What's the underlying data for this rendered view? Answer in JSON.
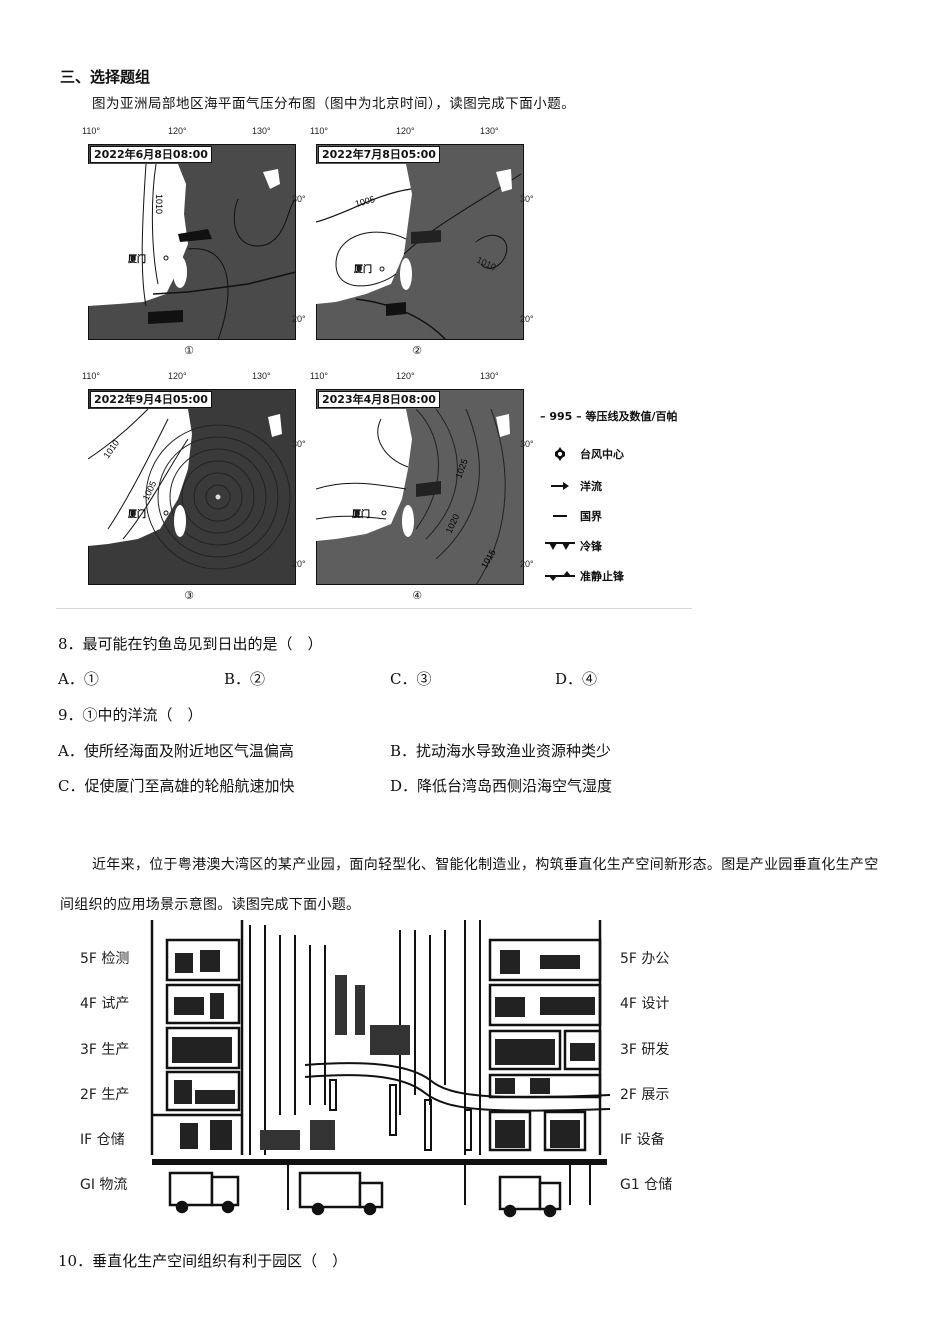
{
  "section": {
    "title": "三、选择题组",
    "intro": "图为亚洲局部地区海平面气压分布图（图中为北京时间），读图完成下面小题。"
  },
  "maps": [
    {
      "id": "1",
      "label": "①",
      "datetime": "2022年6月8日08:00",
      "isobars": [
        "1010"
      ],
      "city": "厦门",
      "lon_ticks": [
        "110°",
        "120°",
        "130°"
      ],
      "lat_ticks": [
        "30°",
        "20°"
      ]
    },
    {
      "id": "2",
      "label": "②",
      "datetime": "2022年7月8日05:00",
      "isobars": [
        "1005",
        "1010"
      ],
      "city": "厦门",
      "lon_ticks": [
        "110°",
        "120°",
        "130°"
      ],
      "lat_ticks": [
        "30°",
        "20°"
      ]
    },
    {
      "id": "3",
      "label": "③",
      "datetime": "2022年9月4日05:00",
      "isobars": [
        "1010",
        "1005"
      ],
      "city": "厦门",
      "lon_ticks": [
        "110°",
        "120°",
        "130°"
      ],
      "lat_ticks": [
        "30°",
        "20°"
      ]
    },
    {
      "id": "4",
      "label": "④",
      "datetime": "2023年4月8日08:00",
      "isobars": [
        "1025",
        "1020",
        "1015"
      ],
      "city": "厦门",
      "lon_ticks": [
        "110°",
        "120°",
        "130°"
      ],
      "lat_ticks": [
        "30°",
        "20°"
      ]
    }
  ],
  "legend": {
    "isobar_value": "995",
    "items": [
      {
        "icon": "isobar-line",
        "label": "等压线及数值/百帕"
      },
      {
        "icon": "typhoon-center-icon",
        "label": "台风中心"
      },
      {
        "icon": "ocean-current-arrow-icon",
        "label": "洋流"
      },
      {
        "icon": "border-line-icon",
        "label": "国界"
      },
      {
        "icon": "cold-front-icon",
        "label": "冷锋"
      },
      {
        "icon": "stationary-front-icon",
        "label": "准静止锋"
      }
    ]
  },
  "questions": [
    {
      "number": "8．",
      "stem": "最可能在钓鱼岛见到日出的是（　）",
      "options": [
        {
          "key": "A．",
          "text": "①"
        },
        {
          "key": "B．",
          "text": "②"
        },
        {
          "key": "C．",
          "text": "③"
        },
        {
          "key": "D．",
          "text": "④"
        }
      ]
    },
    {
      "number": "9．",
      "stem": "①中的洋流（　）",
      "options": [
        {
          "key": "A．",
          "text": "使所经海面及附近地区气温偏高"
        },
        {
          "key": "B．",
          "text": "扰动海水导致渔业资源种类少"
        },
        {
          "key": "C．",
          "text": "促使厦门至高雄的轮船航速加快"
        },
        {
          "key": "D．",
          "text": "降低台湾岛西侧沿海空气湿度"
        }
      ]
    },
    {
      "number": "10．",
      "stem": "垂直化生产空间组织有利于园区（　）"
    }
  ],
  "intro2": "近年来，位于粤港澳大湾区的某产业园，面向轻型化、智能化制造业，构筑垂直化生产空间新形态。图是产业园垂直化生产空间组织的应用场景示意图。读图完成下面小题。",
  "building_figure": {
    "left_floors": [
      "5F 检测",
      "4F 试产",
      "3F 生产",
      "2F 生产",
      "IF 仓储",
      "GI 物流"
    ],
    "right_floors": [
      "5F 办公",
      "4F 设计",
      "3F 研发",
      "2F 展示",
      "IF 设备",
      "G1 仓储"
    ]
  }
}
